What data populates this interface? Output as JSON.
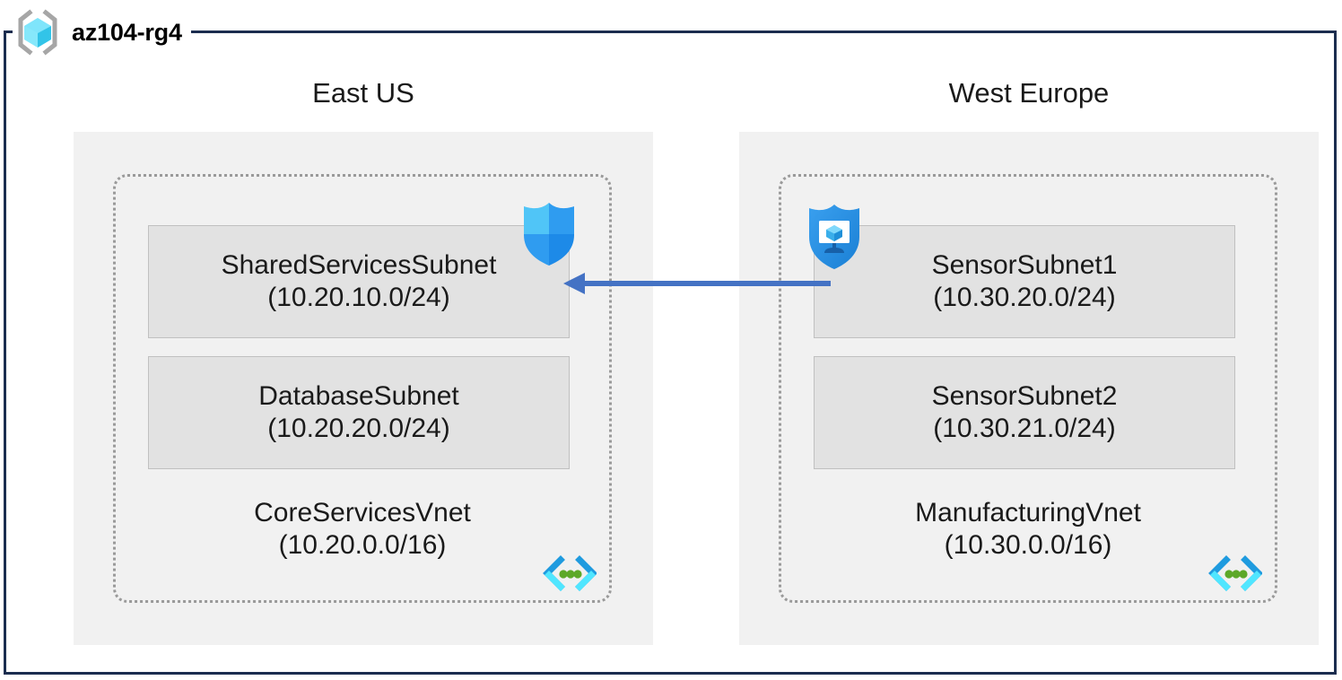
{
  "diagram": {
    "type": "azure-network-architecture",
    "resource_group": {
      "name": "az104-rg4",
      "icon": "resource-group-icon"
    },
    "colors": {
      "frame_border": "#1b2d4f",
      "region_fill": "#f1f1f1",
      "vnet_border": "#9a9a9a",
      "subnet_fill": "#e2e2e2",
      "subnet_border": "#c0c0c0",
      "arrow": "#4472c4",
      "azure_blue": "#1f9bdf",
      "cube_cyan": "#50e6ff",
      "vnet_icon_green": "#5ca828"
    },
    "regions": [
      {
        "id": "east-us",
        "label": "East US",
        "vnet": {
          "name": "CoreServicesVnet",
          "cidr": "(10.20.0.0/16)",
          "icon": "virtual-network-icon",
          "subnets": [
            {
              "name": "SharedServicesSubnet",
              "cidr": "(10.20.10.0/24)",
              "icon": "network-security-group-shield-icon"
            },
            {
              "name": "DatabaseSubnet",
              "cidr": "(10.20.20.0/24)",
              "icon": null
            }
          ]
        }
      },
      {
        "id": "west-europe",
        "label": "West Europe",
        "vnet": {
          "name": "ManufacturingVnet",
          "cidr": "(10.30.0.0/16)",
          "icon": "virtual-network-icon",
          "subnets": [
            {
              "name": "SensorSubnet1",
              "cidr": "(10.30.20.0/24)",
              "icon": "security-center-monitor-shield-icon"
            },
            {
              "name": "SensorSubnet2",
              "cidr": "(10.30.21.0/24)",
              "icon": null
            }
          ]
        }
      }
    ],
    "connection": {
      "name": "vnet-peering-arrow",
      "direction": "right-to-left",
      "from": "SensorSubnet1",
      "to": "SharedServicesSubnet",
      "label": ""
    }
  }
}
